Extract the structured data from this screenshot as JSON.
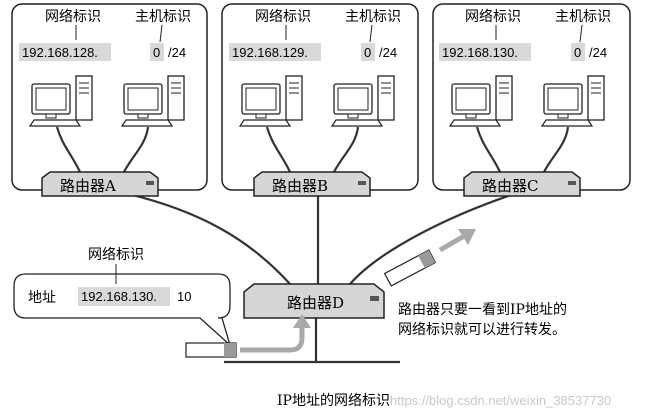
{
  "networks": [
    {
      "net_label": "网络标识",
      "host_label": "主机标识",
      "net_value": "192.168.128.",
      "host_value": "0",
      "prefix": "/24",
      "router": "路由器A"
    },
    {
      "net_label": "网络标识",
      "host_label": "主机标识",
      "net_value": "192.168.129.",
      "host_value": "0",
      "prefix": "/24",
      "router": "路由器B"
    },
    {
      "net_label": "网络标识",
      "host_label": "主机标识",
      "net_value": "192.168.130.",
      "host_value": "0",
      "prefix": "/24",
      "router": "路由器C"
    }
  ],
  "router_d": "路由器D",
  "bubble": {
    "title": "网络标识",
    "prefix_label": "地址",
    "net_value": "192.168.130.",
    "host_value": "10"
  },
  "note": {
    "line1": "路由器只要一看到IP地址的",
    "line2": "网络标识就可以进行转发。"
  },
  "caption": "IP地址的网络标识",
  "watermark": "https://blog.csdn.net/weixin_38537730",
  "colors": {
    "highlight": "#d9d9d9",
    "arrow": "#a9a9a9",
    "router_fill": "#d6d6d6",
    "line": "#333333"
  }
}
